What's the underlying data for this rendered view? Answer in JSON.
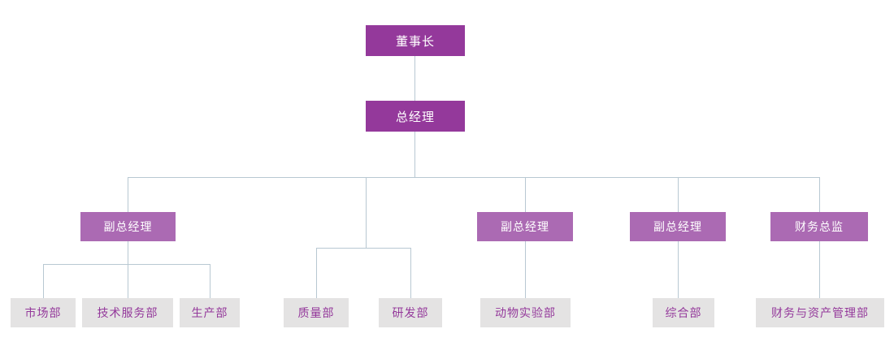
{
  "chart_data": {
    "type": "diagram",
    "diagram_type": "organizational-chart",
    "title": "",
    "orientation": "top-down",
    "levels": 4,
    "colors": {
      "executive_fill": "#94399b",
      "executive_text": "#ffffff",
      "vp_fill": "#ab6ab3",
      "vp_text": "#ffffff",
      "department_fill": "#e4e3e3",
      "department_text": "#94399b",
      "connector": "#b8c8d2",
      "background": "#ffffff"
    },
    "nodes": [
      {
        "id": "n1",
        "label": "董事长",
        "level": 1,
        "tier": "executive"
      },
      {
        "id": "n2",
        "label": "总经理",
        "level": 2,
        "tier": "executive"
      },
      {
        "id": "n3",
        "label": "副总经理",
        "level": 3,
        "tier": "vp"
      },
      {
        "id": "n4",
        "label": "副总经理",
        "level": 3,
        "tier": "vp"
      },
      {
        "id": "n5",
        "label": "副总经理",
        "level": 3,
        "tier": "vp"
      },
      {
        "id": "n6",
        "label": "财务总监",
        "level": 3,
        "tier": "vp"
      },
      {
        "id": "n7",
        "label": "市场部",
        "level": 4,
        "tier": "department"
      },
      {
        "id": "n8",
        "label": "技术服务部",
        "level": 4,
        "tier": "department"
      },
      {
        "id": "n9",
        "label": "生产部",
        "level": 4,
        "tier": "department"
      },
      {
        "id": "n10",
        "label": "质量部",
        "level": 4,
        "tier": "department"
      },
      {
        "id": "n11",
        "label": "研发部",
        "level": 4,
        "tier": "department"
      },
      {
        "id": "n12",
        "label": "动物实验部",
        "level": 4,
        "tier": "department"
      },
      {
        "id": "n13",
        "label": "综合部",
        "level": 4,
        "tier": "department"
      },
      {
        "id": "n14",
        "label": "财务与资产管理部",
        "level": 4,
        "tier": "department"
      }
    ],
    "edges": [
      {
        "from": "n1",
        "to": "n2"
      },
      {
        "from": "n2",
        "to": "n3"
      },
      {
        "from": "n2",
        "to": "n4"
      },
      {
        "from": "n2",
        "to": "n5"
      },
      {
        "from": "n2",
        "to": "n6"
      },
      {
        "from": "n3",
        "to": "n7"
      },
      {
        "from": "n3",
        "to": "n8"
      },
      {
        "from": "n3",
        "to": "n9"
      },
      {
        "from": "n2",
        "to": "n10"
      },
      {
        "from": "n2",
        "to": "n11"
      },
      {
        "from": "n4",
        "to": "n12"
      },
      {
        "from": "n5",
        "to": "n13"
      },
      {
        "from": "n6",
        "to": "n14"
      }
    ]
  },
  "chart": {
    "executives": {
      "chairman": "董事长",
      "general_manager": "总经理"
    },
    "vps": [
      {
        "label": "副总经理"
      },
      {
        "label": "副总经理"
      },
      {
        "label": "副总经理"
      },
      {
        "label": "财务总监"
      }
    ],
    "departments": [
      {
        "label": "市场部"
      },
      {
        "label": "技术服务部"
      },
      {
        "label": "生产部"
      },
      {
        "label": "质量部"
      },
      {
        "label": "研发部"
      },
      {
        "label": "动物实验部"
      },
      {
        "label": "综合部"
      },
      {
        "label": "财务与资产管理部"
      }
    ]
  }
}
